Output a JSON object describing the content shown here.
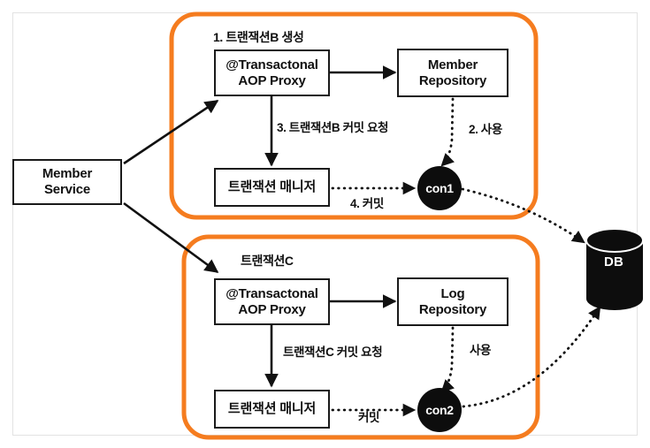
{
  "diagram": {
    "title": "Spring transaction propagation diagram",
    "colors": {
      "group_border": "#F57C1F",
      "node_border": "#1a1a1a",
      "node_fill": "#ffffff",
      "connection_fill": "#0d0d0d",
      "line": "#111111",
      "page_border": "#e2e2e2",
      "background": "#ffffff"
    },
    "external_nodes": [
      {
        "id": "member-service",
        "line1": "Member",
        "line2": "Service"
      }
    ],
    "database": {
      "id": "db",
      "label": "DB"
    },
    "groups": [
      {
        "id": "transaction-b-group",
        "title": "1. 트랜잭션B 생성",
        "nodes": [
          {
            "id": "aop-proxy-b",
            "line1": "@Transactonal",
            "line2": "AOP Proxy"
          },
          {
            "id": "member-repository",
            "line1": "Member",
            "line2": "Repository"
          },
          {
            "id": "transaction-manager-b",
            "line1": "트랜잭션 매니저",
            "line2": ""
          }
        ],
        "connection": {
          "id": "con1",
          "label": "con1"
        },
        "edge_labels": [
          {
            "id": "commit-request-b",
            "text": "3. 트랜잭션B 커밋 요청"
          },
          {
            "id": "use-b",
            "text": "2. 사용"
          },
          {
            "id": "commit-b",
            "text": "4. 커밋"
          }
        ]
      },
      {
        "id": "transaction-c-group",
        "title": "트랜잭션C",
        "nodes": [
          {
            "id": "aop-proxy-c",
            "line1": "@Transactonal",
            "line2": "AOP Proxy"
          },
          {
            "id": "log-repository",
            "line1": "Log",
            "line2": "Repository"
          },
          {
            "id": "transaction-manager-c",
            "line1": "트랜잭션 매니저",
            "line2": ""
          }
        ],
        "connection": {
          "id": "con2",
          "label": "con2"
        },
        "edge_labels": [
          {
            "id": "commit-request-c",
            "text": "트랜잭션C 커밋 요청"
          },
          {
            "id": "use-c",
            "text": "사용"
          },
          {
            "id": "commit-c",
            "text": "커밋"
          }
        ]
      }
    ]
  }
}
